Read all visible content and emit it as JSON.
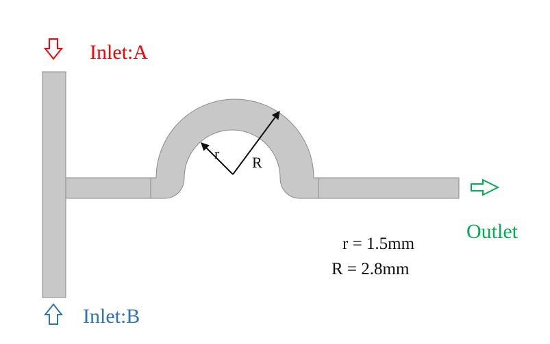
{
  "labels": {
    "inlet_a": "Inlet:A",
    "inlet_b": "Inlet:B",
    "outlet": "Outlet",
    "r_symbol": "r",
    "R_symbol": "R",
    "r_value": "r = 1.5mm",
    "R_value": "R = 2.8mm"
  },
  "icons": {
    "inlet_a_arrow": "hollow-arrow-down-icon",
    "inlet_b_arrow": "hollow-arrow-up-icon",
    "outlet_arrow": "hollow-arrow-right-icon"
  },
  "colors": {
    "inlet_a": "#ff0000",
    "inlet_b": "#2e74b5",
    "outlet": "#00b050",
    "channel_fill": "#c8c8c8",
    "channel_stroke": "#8a8a8a",
    "text": "#111111"
  }
}
